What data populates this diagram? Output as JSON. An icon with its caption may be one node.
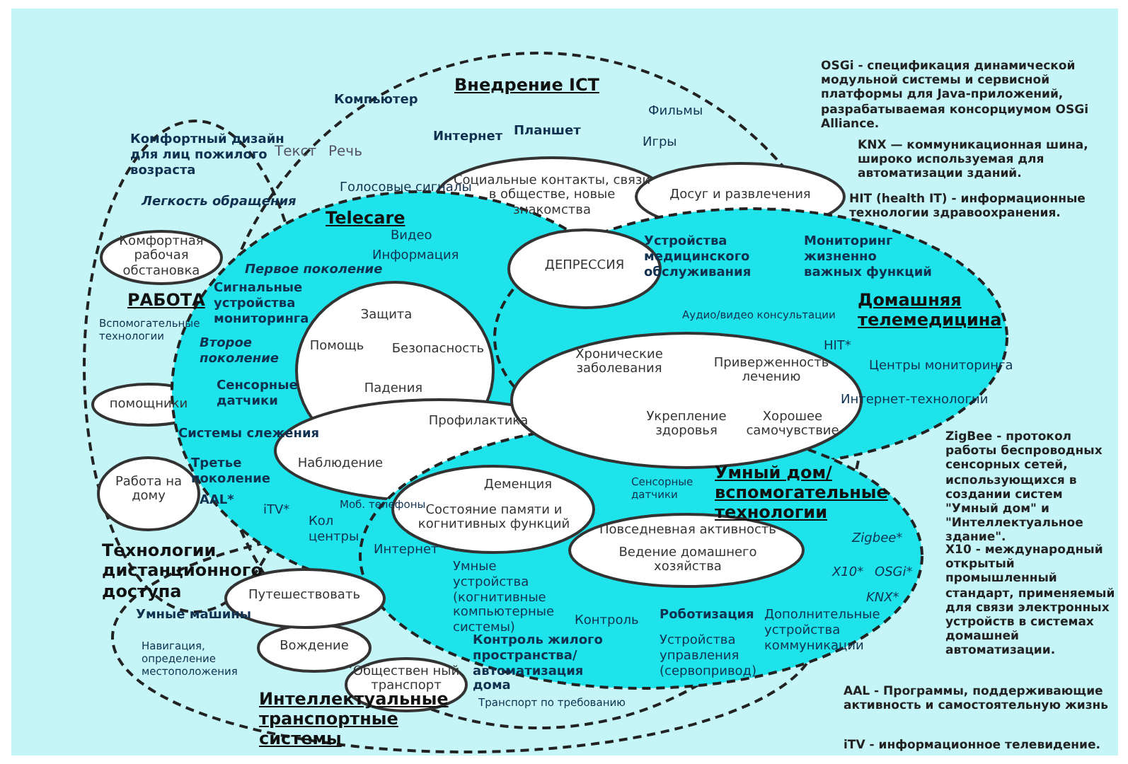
{
  "diagram": {
    "nodes": [
      {
        "text": [
          "Внедрение ICT"
        ]
      },
      {
        "text": [
          "РАБОТА"
        ]
      },
      {
        "text": [
          "Интеллектуальные транспортные системы"
        ]
      },
      {
        "text": [
          "Telecare"
        ]
      },
      {
        "text": [
          "Домашняя телемедицина"
        ]
      },
      {
        "text": [
          "Умный дом/вспомогательные технологии"
        ]
      },
      {
        "text": [
          "Социальные контакты, связи в обществе, новые знакомства"
        ],
        "in": 0
      },
      {
        "text": [
          "Досуг и развлечения"
        ],
        "in": 0
      },
      {
        "text": [
          "ДЕПРЕССИЯ"
        ]
      },
      {
        "text": [
          "Комфортная рабочая обстановка"
        ],
        "in": 1
      },
      {
        "text": [
          "Защита",
          "Помощь",
          "Безопасность",
          "Падения"
        ],
        "in": 3
      },
      {
        "text": [
          "помощники"
        ],
        "in": 1
      },
      {
        "text": [
          "Хронические заболевания",
          "Приверженность лечению",
          "Укрепление здоровья",
          "Хорошее самочувствие"
        ]
      },
      {
        "text": [
          "Профилактика",
          "Наблюдение"
        ],
        "in": 3
      },
      {
        "text": [
          "Работа на дому"
        ],
        "in": 1
      },
      {
        "text": [
          "Деменция",
          "Состояние памяти и когнитивных функций"
        ]
      },
      {
        "text": [
          "Путешествовать"
        ]
      },
      {
        "text": [
          "Повседневная активность",
          "Ведение домашнего хозяйства"
        ],
        "in": 5
      },
      {
        "text": [
          "Вождение"
        ],
        "in": 2
      },
      {
        "text": [
          "Обществен ный транспорт"
        ]
      }
    ],
    "labels": [
      "Компьютер",
      "Интернет",
      "Планшет",
      "Фильмы",
      "Игры",
      "Комфортный дизайн для лиц пожилого возраста",
      "Текст",
      "Речь",
      "Легкость обращения",
      "Голосовые сигналы",
      "Видео",
      "Информация",
      "Первое поколение",
      "Сигнальные устройства мониторинга",
      "Вспомогательные технологии",
      "Второе поколение",
      "Сенсорные датчики",
      "Системы слежения",
      "Третье поколение",
      "AAL*",
      "iTV*",
      "Моб. телефоны",
      "Кол центры",
      "Интернет",
      "Технологии дистанционного доступа",
      "Устройства медицинского обслуживания",
      "Мониторинг жизненно важных функций",
      "Аудио/видео консультации",
      "HIT*",
      "Центры мониторинга",
      "Интернет-технологии",
      "Сенсорные датчики",
      "Умные машины",
      "Навигация, определение местоположения",
      "Умные устройства (когнитивные компьютерные системы)",
      "Контроль",
      "Роботизация",
      "Дополнительные устройства коммуникации",
      "Контроль жилого пространства/автоматизация дома",
      "Устройства управления (сервопривод)",
      "Транспорт по требованию",
      "Zigbee*",
      "X10*",
      "OSGi*",
      "KNX*",
      "OSGi - спецификация динамической модульной системы и сервисной платформы для Java-приложений, разрабатываемая консорциумом OSGi Alliance.",
      "KNX — коммуникационная шина, широко используемая для автоматизации зданий.",
      "HIT (health IT) - информационные технологии здравоохранения.",
      "ZigBee - протокол работы беспроводных сенсорных сетей, использующихся в создании систем \"Умный дом\" и \"Интеллектуальное здание\".",
      "X10 - международный открытый промышленный стандарт, применяемый для связи электронных устройств в системах домашней автоматизации.",
      "AAL - Программы, поддерживающие активность и самостоятельную жизнь",
      "iTV - информационное телевидение."
    ]
  }
}
